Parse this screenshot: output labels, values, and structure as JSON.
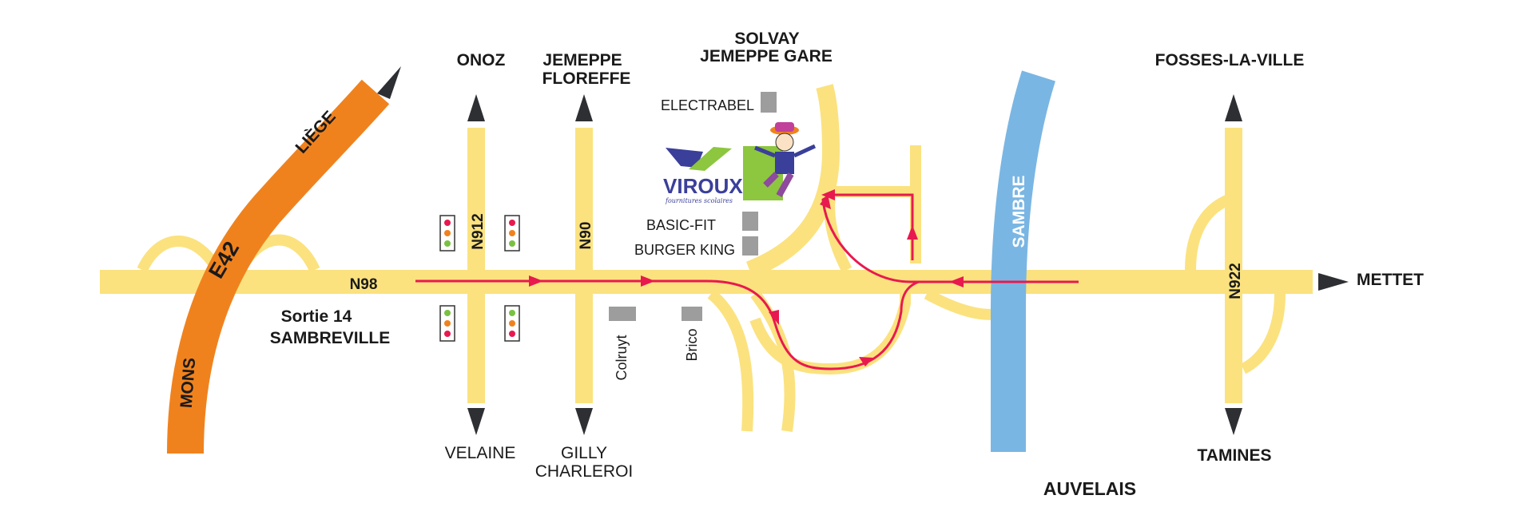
{
  "places": {
    "onoz": "ONOZ",
    "jemeppe_line1": "JEMEPPE",
    "jemeppe_line2": "FLOREFFE",
    "solvay_line1": "SOLVAY",
    "solvay_line2": "JEMEPPE GARE",
    "fosses": "FOSSES-LA-VILLE",
    "mettet": "METTET",
    "tamines": "TAMINES",
    "auvelais": "AUVELAIS",
    "velaine": "VELAINE",
    "gilly_line1": "GILLY",
    "gilly_line2": "CHARLEROI",
    "liege": "LIÈGE",
    "mons": "MONS"
  },
  "roads": {
    "highway": "E42",
    "main": "N98",
    "n912": "N912",
    "n90": "N90",
    "n922": "N922"
  },
  "exit": {
    "line1": "Sortie 14",
    "line2": "SAMBREVILLE"
  },
  "river": "SAMBRE",
  "businesses": {
    "electrabel": "ELECTRABEL",
    "basicfit": "BASIC-FIT",
    "burgerking": "BURGER KING",
    "colruyt": "Colruyt",
    "brico": "Brico"
  },
  "logo": {
    "name": "VIROUX",
    "tagline": "fournitures scolaires"
  },
  "colors": {
    "road": "#fbe27f",
    "highway": "#f0821e",
    "river": "#7ab6e3",
    "route": "#e8194f",
    "marker": "#9d9d9d",
    "arrow": "#2d2f33"
  }
}
